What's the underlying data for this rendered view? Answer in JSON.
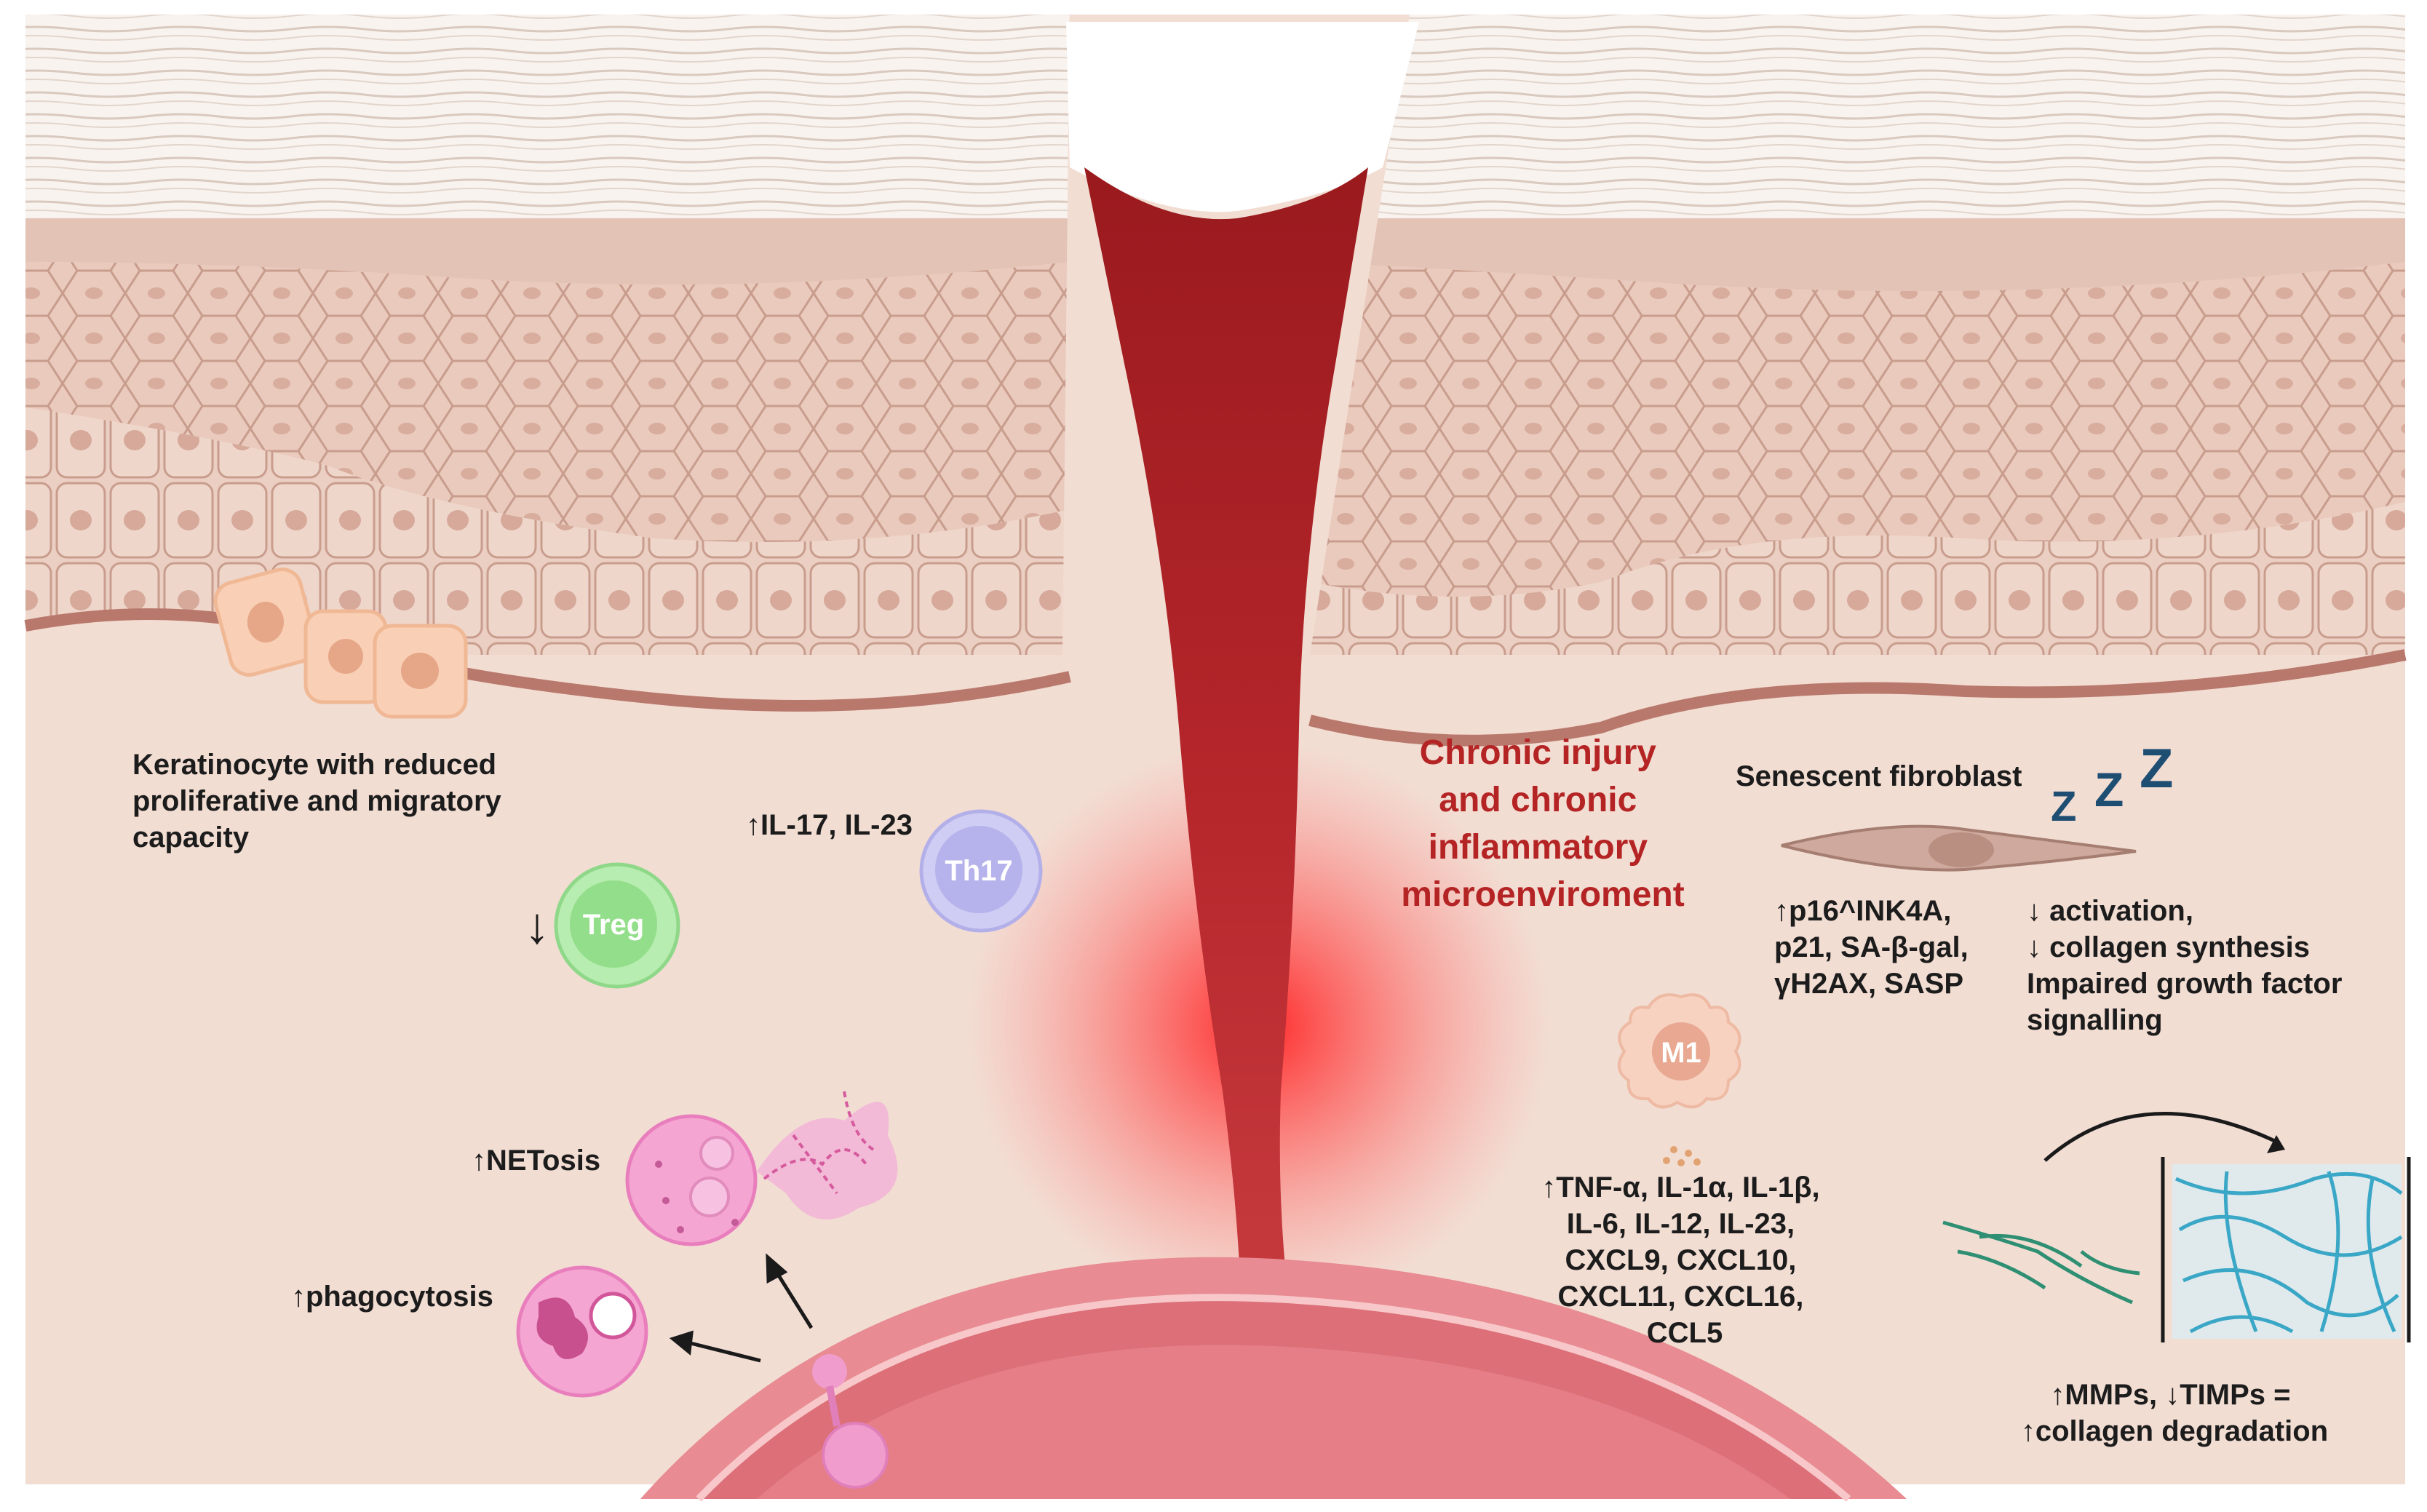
{
  "labels": {
    "keratinocyte": [
      "Keratinocyte with reduced",
      "proliferative and migratory",
      "capacity"
    ],
    "il17": "↑IL-17, IL-23",
    "treg_arrow": "↓",
    "treg": "Treg",
    "th17": "Th17",
    "netosis": "↑NETosis",
    "phagocytosis": "↑phagocytosis",
    "center_title": [
      "Chronic injury",
      "and chronic",
      "inflammatory",
      "microenviroment"
    ],
    "senescent_fibroblast": "Senescent fibroblast",
    "zzz": [
      "Z",
      "Z",
      "Z"
    ],
    "senescence_markers": [
      "↑p16^INK4A,",
      "p21,  SA-β-gal,",
      "γH2AX,  SASP"
    ],
    "fibroblast_effects": [
      "↓ activation,",
      "↓ collagen synthesis",
      "Impaired growth factor",
      "signalling"
    ],
    "m1": "M1",
    "cytokines": [
      "↑TNF-α, IL-1α, IL-1β,",
      "IL-6, IL-12, IL-23,",
      "CXCL9, CXCL10,",
      "CXCL11, CXCL16,",
      "CCL5"
    ],
    "mmp": [
      "↑MMPs, ↓TIMPs =",
      "↑collagen degradation"
    ]
  },
  "colors": {
    "stratum_corneum": "#f6f0eb",
    "epidermis": "#e8c8bb",
    "cell_line": "#c79a8b",
    "dermis": "#f3dcd2",
    "basement": "#b9786c",
    "wound": "#8e1418",
    "inflammation_glow": "#ff2a2a",
    "keratinocyte": "#f9cfb5",
    "treg": "#8fe08a",
    "th17": "#b8b4ee",
    "m1": "#f3c3ac",
    "neutrophil": "#f08fc6",
    "fibroblast": "#c8a196",
    "collagen": "#3aa7c7",
    "title_red": "#b52424",
    "zzz": "#1f4e73"
  }
}
